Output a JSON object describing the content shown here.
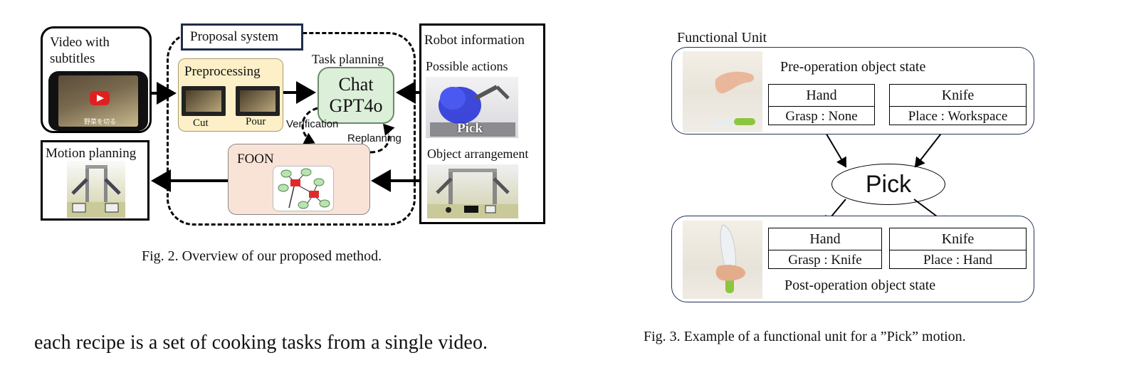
{
  "fig2": {
    "video": {
      "title_line1": "Video with",
      "title_line2": "subtitles",
      "subtitle_text": "野菜を切る"
    },
    "proposal_system": "Proposal system",
    "preprocessing": {
      "title": "Preprocessing",
      "cut": "Cut",
      "pour": "Pour"
    },
    "task_planning": "Task planning",
    "chat": {
      "line1": "Chat",
      "line2": "GPT4o"
    },
    "verification": "Verification",
    "replanning": "Replanning",
    "foon": "FOON",
    "robot": {
      "title": "Robot information",
      "possible_actions": "Possible actions",
      "pick": "Pick",
      "object_arrangement": "Object arrangement"
    },
    "motion_planning": "Motion planning",
    "caption": "Fig. 2.   Overview of our proposed method."
  },
  "fig3": {
    "title": "Functional Unit",
    "pre_label": "Pre-operation object state",
    "post_label": "Post-operation object state",
    "pre": {
      "hand": {
        "header": "Hand",
        "value": "Grasp : None"
      },
      "knife": {
        "header": "Knife",
        "value": "Place : Workspace"
      }
    },
    "motion": "Pick",
    "post": {
      "hand": {
        "header": "Hand",
        "value": "Grasp : Knife"
      },
      "knife": {
        "header": "Knife",
        "value": "Place : Hand"
      }
    },
    "caption": "Fig. 3.   Example of a functional unit for a ”Pick” motion."
  },
  "body_text": "each recipe is a set of cooking tasks from a single video."
}
